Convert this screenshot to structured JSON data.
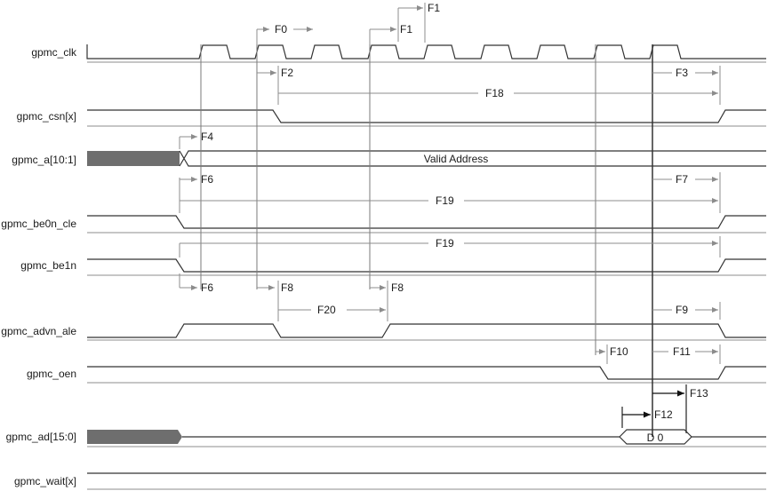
{
  "signals": [
    {
      "id": "clk",
      "label": "gpmc_clk"
    },
    {
      "id": "csn",
      "label": "gpmc_csn[x]"
    },
    {
      "id": "a",
      "label": "gpmc_a[10:1]"
    },
    {
      "id": "be0n",
      "label": "gpmc_be0n_cle"
    },
    {
      "id": "be1n",
      "label": "gpmc_be1n"
    },
    {
      "id": "advn",
      "label": "gpmc_advn_ale"
    },
    {
      "id": "oen",
      "label": "gpmc_oen"
    },
    {
      "id": "ad",
      "label": "gpmc_ad[15:0]"
    },
    {
      "id": "wait",
      "label": "gpmc_wait[x]"
    }
  ],
  "bus_labels": {
    "address": "Valid Address",
    "data": "D 0"
  },
  "timing_labels": {
    "f0": "F0",
    "f1": "F1",
    "f2": "F2",
    "f3": "F3",
    "f4": "F4",
    "f6": "F6",
    "f7": "F7",
    "f8": "F8",
    "f9": "F9",
    "f10": "F10",
    "f11": "F11",
    "f12": "F12",
    "f13": "F13",
    "f18": "F18",
    "f19": "F19",
    "f20": "F20"
  },
  "colors": {
    "waveform": "#333333",
    "guide": "#8c8c8c",
    "bus_fill": "#6e6e6e"
  }
}
